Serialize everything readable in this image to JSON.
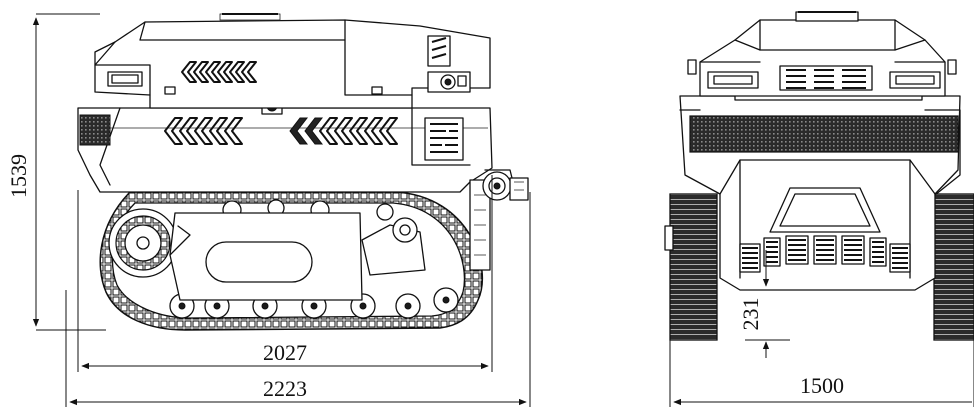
{
  "dimensions": {
    "side_height": "1539",
    "side_track_length": "2027",
    "side_overall_length": "2223",
    "front_width": "1500",
    "front_ground_clearance": "231"
  }
}
